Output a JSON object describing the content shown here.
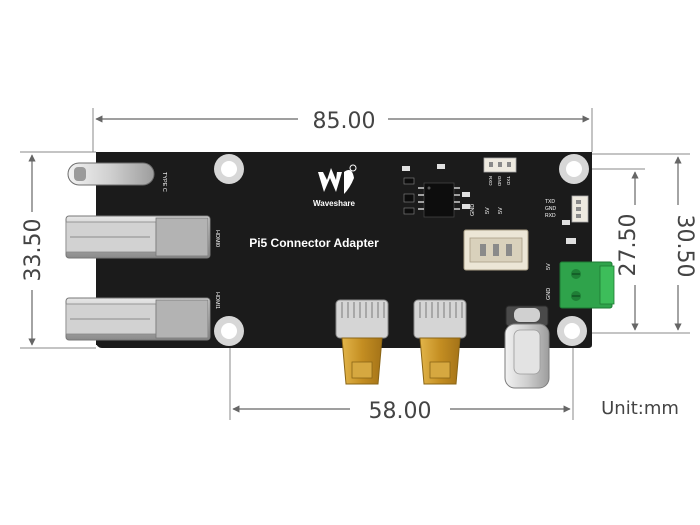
{
  "dimensions": {
    "top_width": "85.00",
    "bottom_width": "58.00",
    "left_height": "33.50",
    "right_outer_height": "30.50",
    "right_inner_height": "27.50",
    "unit": "Unit:mm"
  },
  "board": {
    "brand": "Waveshare",
    "title": "Pi5 Connector Adapter",
    "type_c_label": "TYPE C",
    "hdmi0_label": "HDMI0",
    "hdmi1_label": "HDMI1",
    "uart_right_pins": [
      "TXD",
      "GND",
      "RXD"
    ],
    "uart_top_pins": [
      "RXD",
      "GND",
      "TXD"
    ],
    "fan_pins": [
      "GND",
      "5V",
      "5V"
    ],
    "power_pins": [
      "5V",
      "GND"
    ]
  },
  "colors": {
    "pcb": "#1b1b1b",
    "terminal_block": "#2fa34b",
    "hdmi_gold": "#c99a2e",
    "metal": "#c8c8c8",
    "dimension_line": "#666666"
  }
}
